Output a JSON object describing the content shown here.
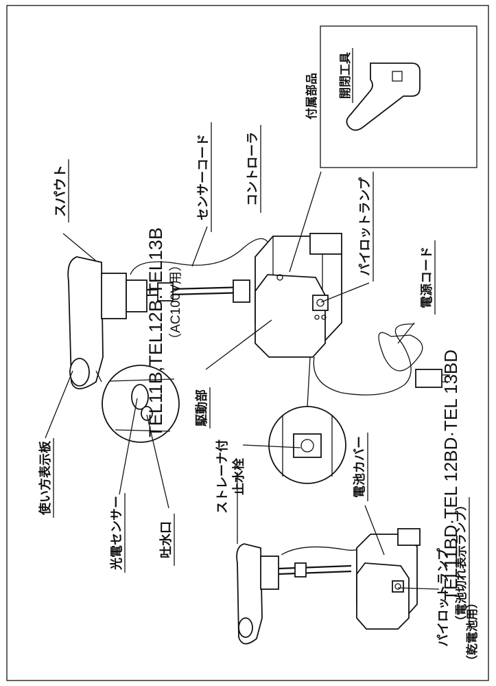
{
  "title_main": {
    "models": "TEL11B,TEL12B.TEL13B",
    "power": "（AC100V用）"
  },
  "title_battery": {
    "models": "TEL11BD·TEL 12BD·TEL 13BD",
    "power": "（乾電池用）"
  },
  "accessories": {
    "heading": "付属部品",
    "item": "開閉工具"
  },
  "labels": {
    "spout": "スパウト",
    "sensor_cord": "センサーコード",
    "controller": "コントローラ",
    "pilot_lamp": "パイロットランプ",
    "power_cord": "電源コード",
    "drive_unit": "駆動部",
    "usage_plate": "使い方表示板",
    "photo_sensor": "光電センサー",
    "water_outlet": "吐水口",
    "strainer_valve_line1": "ストレーナ付",
    "strainer_valve_line2": "止水栓",
    "battery_cover": "電池カバー",
    "pilot_lamp_battery_line1": "パイロットランプ",
    "pilot_lamp_battery_line2": "（電池切れ表示ランプ）"
  }
}
